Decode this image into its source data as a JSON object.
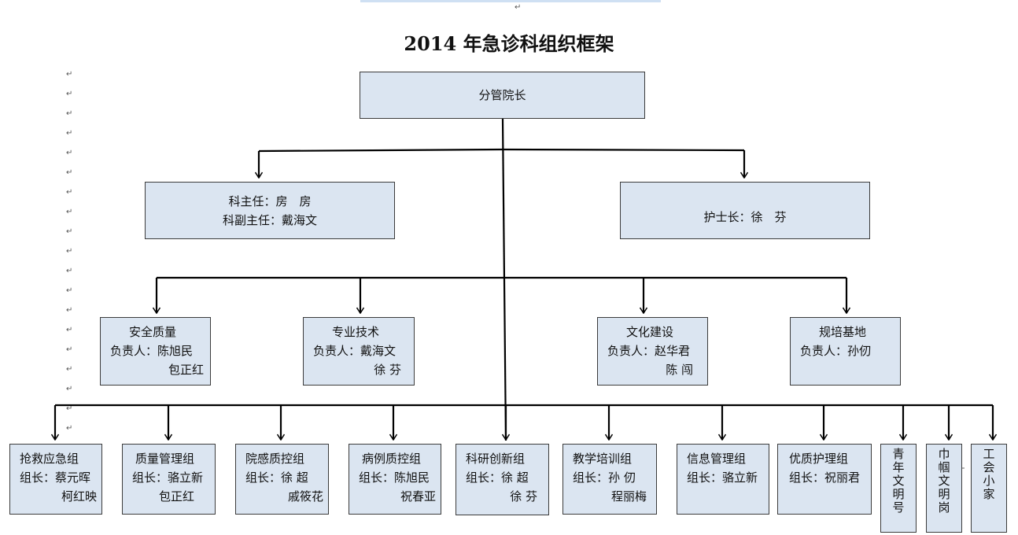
{
  "title": "2014 年急诊科组织框架",
  "root": {
    "label": "分管院长"
  },
  "level1": {
    "left": {
      "line1": "科主任：房　房",
      "line2": "科副主任：戴海文"
    },
    "right": {
      "line1": "护士长：徐　芬"
    }
  },
  "level2": [
    {
      "name": "安全质量",
      "line2": "负责人：陈旭民",
      "line3": "包正红"
    },
    {
      "name": "专业技术",
      "line2": "负责人：戴海文",
      "line3": "徐 芬"
    },
    {
      "name": "文化建设",
      "line2": "负责人：赵华君",
      "line3": "陈 闯"
    },
    {
      "name": "规培基地",
      "line2": "负责人：孙仞"
    }
  ],
  "level3": [
    {
      "name": "抢救应急组",
      "line2": "组长：蔡元晖",
      "line3": "柯红映"
    },
    {
      "name": "质量管理组",
      "line2": "组长：骆立新",
      "line3": "包正红"
    },
    {
      "name": "院感质控组",
      "line2": "组长：徐 超",
      "line3": "戚筱花"
    },
    {
      "name": "病例质控组",
      "line2": "组长：陈旭民",
      "line3": "祝春亚"
    },
    {
      "name": "科研创新组",
      "line2": "组长：徐 超",
      "line3": "徐 芬"
    },
    {
      "name": "教学培训组",
      "line2": "组长：孙 仞",
      "line3": "程丽梅"
    },
    {
      "name": "信息管理组",
      "line2": "组长：骆立新"
    },
    {
      "name": "优质护理组",
      "line2": "组长：祝丽君"
    }
  ],
  "vertical_groups": [
    {
      "chars": [
        "青",
        "年",
        "文",
        "明",
        "号"
      ]
    },
    {
      "chars": [
        "巾",
        "帼",
        "文",
        "明",
        "岗"
      ]
    },
    {
      "chars": [
        "工",
        "会",
        "小",
        "家"
      ]
    }
  ],
  "colors": {
    "box_fill": "#dbe5f1",
    "line": "#000000",
    "border": "#3b3b3b"
  }
}
